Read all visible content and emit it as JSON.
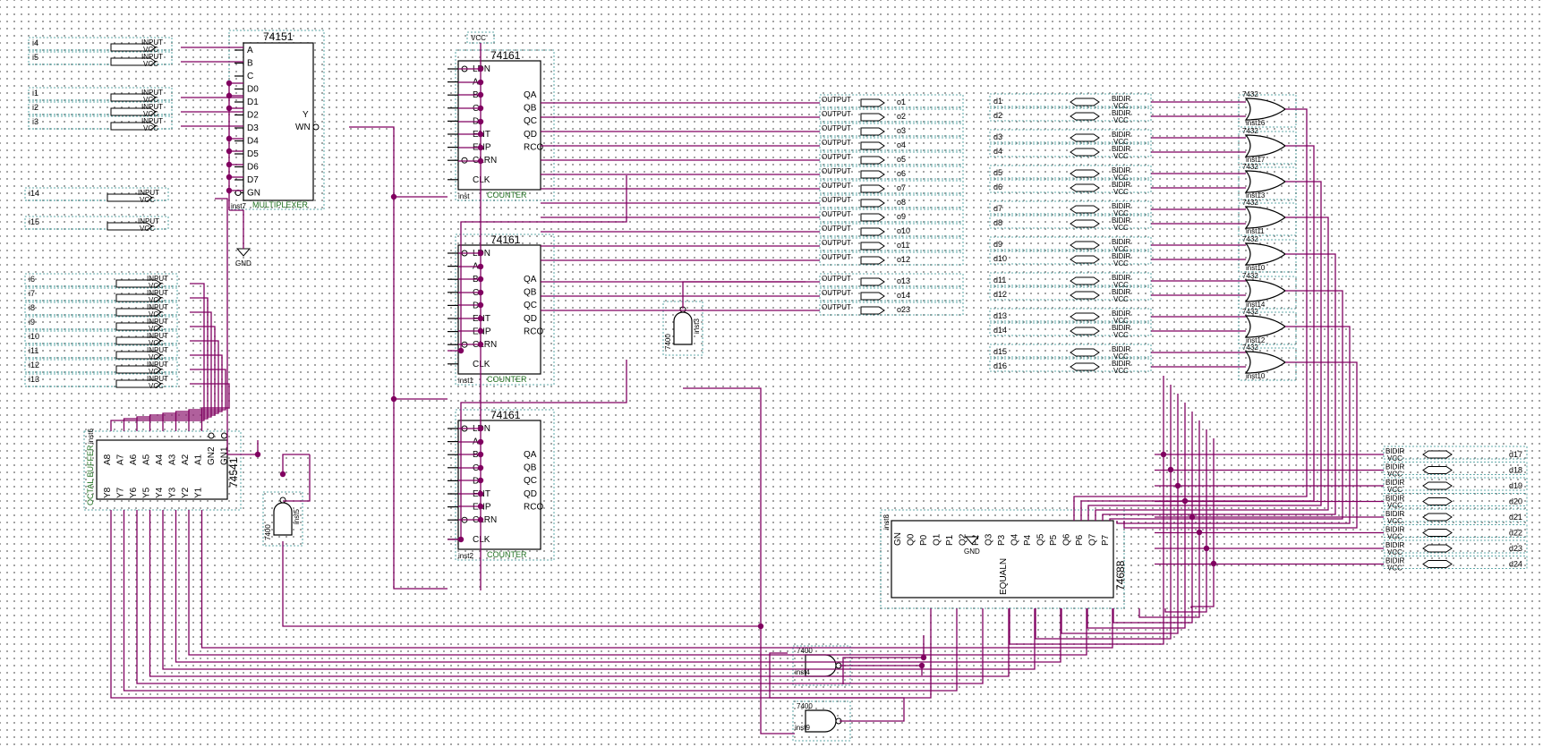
{
  "parts": {
    "mux": {
      "title": "74151",
      "inst": "inst7",
      "label": "MULTIPLEXER",
      "pins_left": [
        "A",
        "B",
        "C",
        "D0",
        "D1",
        "D2",
        "D3",
        "D4",
        "D5",
        "D6",
        "D7",
        "GN"
      ],
      "pins_right": [
        "Y",
        "WN"
      ]
    },
    "counters": [
      {
        "title": "74161",
        "inst": "inst",
        "label": "COUNTER"
      },
      {
        "title": "74161",
        "inst": "inst1",
        "label": "COUNTER"
      },
      {
        "title": "74161",
        "inst": "inst2",
        "label": "COUNTER"
      }
    ],
    "counter_pins_left": [
      "LDN",
      "A",
      "B",
      "C",
      "D",
      "ENT",
      "ENP",
      "CLRN",
      "CLK"
    ],
    "counter_pins_right": [
      "QA",
      "QB",
      "QC",
      "QD",
      "RCO"
    ],
    "buffer": {
      "title": "74541",
      "inst": "inst6",
      "label": "OCTAL BUFFER",
      "pins_top": [
        "A8",
        "A7",
        "A6",
        "A5",
        "A4",
        "A3",
        "A2",
        "A1",
        "GN2",
        "GN1"
      ],
      "pins_bottom": [
        "Y8",
        "Y7",
        "Y6",
        "Y5",
        "Y4",
        "Y3",
        "Y2",
        "Y1"
      ]
    },
    "comparator": {
      "title": "74688",
      "inst": "inst8",
      "label": "EQUALN",
      "pins": [
        "GN",
        "Q0",
        "P0",
        "Q1",
        "P1",
        "Q2",
        "P2",
        "Q3",
        "P3",
        "Q4",
        "P4",
        "Q5",
        "P5",
        "Q6",
        "P6",
        "Q7",
        "P7"
      ]
    },
    "nand_a": {
      "type": "7400",
      "inst": "inst3"
    },
    "nand_b": {
      "type": "7400",
      "inst": "inst5"
    },
    "nand_c": {
      "type": "7400",
      "inst": "inst4"
    },
    "nand_d": {
      "type": "7400",
      "inst": "inst9"
    },
    "or_gates": [
      {
        "type": "7432",
        "inst": "inst16"
      },
      {
        "type": "7432",
        "inst": "inst17"
      },
      {
        "type": "7432",
        "inst": "inst13"
      },
      {
        "type": "7432",
        "inst": "inst11"
      },
      {
        "type": "7432",
        "inst": "inst10"
      },
      {
        "type": "7432",
        "inst": "inst14"
      },
      {
        "type": "7432",
        "inst": "inst12"
      },
      {
        "type": "7432",
        "inst": "inst10"
      }
    ]
  },
  "power": {
    "vcc": "VCC",
    "gnd": "GND"
  },
  "pin_kinds": {
    "input": "INPUT",
    "output": "OUTPUT",
    "bidir": "BIDIR",
    "vcc": "VCC"
  },
  "inputs_top": [
    "i4",
    "i5"
  ],
  "inputs_mid": [
    "i1",
    "i2",
    "i3"
  ],
  "inputs_single": [
    "i14",
    "i15"
  ],
  "inputs_bus": [
    "i6",
    "i7",
    "i8",
    "i9",
    "i10",
    "i11",
    "i12",
    "i13"
  ],
  "outputs": [
    "o1",
    "o2",
    "o3",
    "o4",
    "o5",
    "o6",
    "o7",
    "o8",
    "o9",
    "o10",
    "o11",
    "o12",
    "o13",
    "o14",
    "o23"
  ],
  "bidir_left": [
    "d1",
    "d2",
    "d3",
    "d4",
    "d5",
    "d6",
    "d7",
    "d8",
    "d9",
    "d10",
    "d11",
    "d12",
    "d13",
    "d14",
    "d15",
    "d16"
  ],
  "bidir_right": [
    "d17",
    "d18",
    "d19",
    "d20",
    "d21",
    "d22",
    "d23",
    "d24"
  ]
}
